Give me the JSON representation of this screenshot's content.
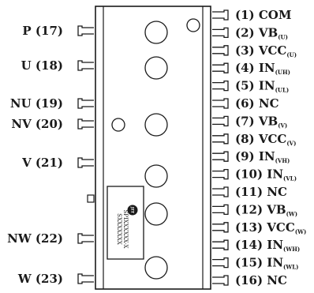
{
  "package": {
    "logo_text": "JIT",
    "marking_line1": "SPIXXXXXX-X",
    "marking_line2": "SXXXXXXX"
  },
  "left_pins": [
    {
      "label": "P (17)"
    },
    {
      "label": "U (18)"
    },
    {
      "label": "NU (19)"
    },
    {
      "label": "NV (20)"
    },
    {
      "label": "V (21)"
    },
    {
      "label": "NW (22)"
    },
    {
      "label": "W (23)"
    }
  ],
  "right_pins": [
    {
      "num": "(1)",
      "name": "COM",
      "sub": ""
    },
    {
      "num": "(2)",
      "name": "VB",
      "sub": "(U)"
    },
    {
      "num": "(3)",
      "name": "VCC",
      "sub": "(U)"
    },
    {
      "num": "(4)",
      "name": "IN",
      "sub": "(UH)"
    },
    {
      "num": "(5)",
      "name": "IN",
      "sub": "(UL)"
    },
    {
      "num": "(6)",
      "name": "NC",
      "sub": ""
    },
    {
      "num": "(7)",
      "name": "VB",
      "sub": "(V)"
    },
    {
      "num": "(8)",
      "name": "VCC",
      "sub": "(V)"
    },
    {
      "num": "(9)",
      "name": "IN",
      "sub": "(VH)"
    },
    {
      "num": "(10)",
      "name": "IN",
      "sub": "(VL)"
    },
    {
      "num": "(11)",
      "name": "NC",
      "sub": ""
    },
    {
      "num": "(12)",
      "name": "VB",
      "sub": "(W)"
    },
    {
      "num": "(13)",
      "name": "VCC",
      "sub": "(W)"
    },
    {
      "num": "(14)",
      "name": "IN",
      "sub": "(WH)"
    },
    {
      "num": "(15)",
      "name": "IN",
      "sub": "(WL)"
    },
    {
      "num": "(16)",
      "name": "NC",
      "sub": ""
    }
  ]
}
